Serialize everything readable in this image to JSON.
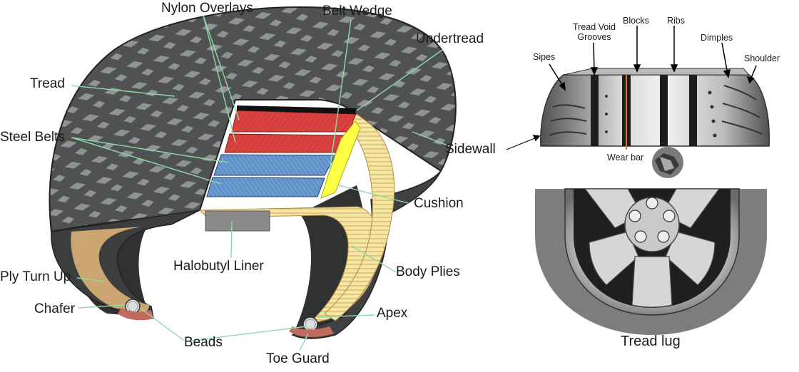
{
  "cutaway": {
    "labels": {
      "nylon_overlays": "Nylon Overlays",
      "belt_wedge": "Belt Wedge",
      "undertread": "Undertread",
      "tread": "Tread",
      "steel_belts": "Steel Belts",
      "sidewall": "Sidewall",
      "cushion": "Cushion",
      "halobutyl_liner": "Halobutyl Liner",
      "body_plies": "Body Plies",
      "ply_turn_up": "Ply Turn Up",
      "chafer": "Chafer",
      "apex": "Apex",
      "beads": "Beads",
      "toe_guard": "Toe Guard"
    }
  },
  "tread_detail": {
    "labels": {
      "tread_void_grooves": "Tread Void\nGrooves",
      "blocks": "Blocks",
      "ribs": "Ribs",
      "dimples": "Dimples",
      "sipes": "Sipes",
      "shoulder": "Shoulder",
      "wear_bar": "Wear bar"
    }
  },
  "wheel": {
    "labels": {
      "tread_lug": "Tread lug"
    }
  },
  "colors": {
    "rubber": "#4d4f50",
    "rubber_dark": "#2f3132",
    "nylon": "#d9413f",
    "steel": "#5f8fc8",
    "cushion": "#f5e6a0",
    "belt_wedge": "#ffff44",
    "leader": "#8fd9a8",
    "liner": "#8a8a8a"
  }
}
